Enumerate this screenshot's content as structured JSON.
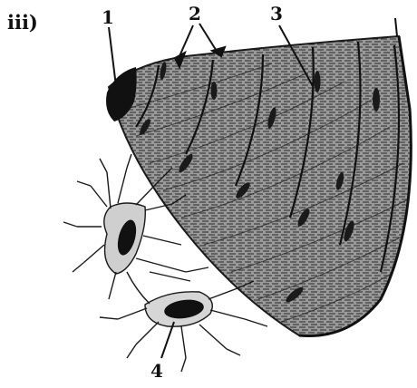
{
  "figure": {
    "panel_label": "iii)",
    "labels": [
      {
        "id": "1",
        "text": "1"
      },
      {
        "id": "2",
        "text": "2"
      },
      {
        "id": "3",
        "text": "3"
      },
      {
        "id": "4",
        "text": "4"
      }
    ]
  },
  "colors": {
    "ink": "#111111",
    "tissue_fill": "#8a8a8a",
    "background": "#ffffff"
  }
}
